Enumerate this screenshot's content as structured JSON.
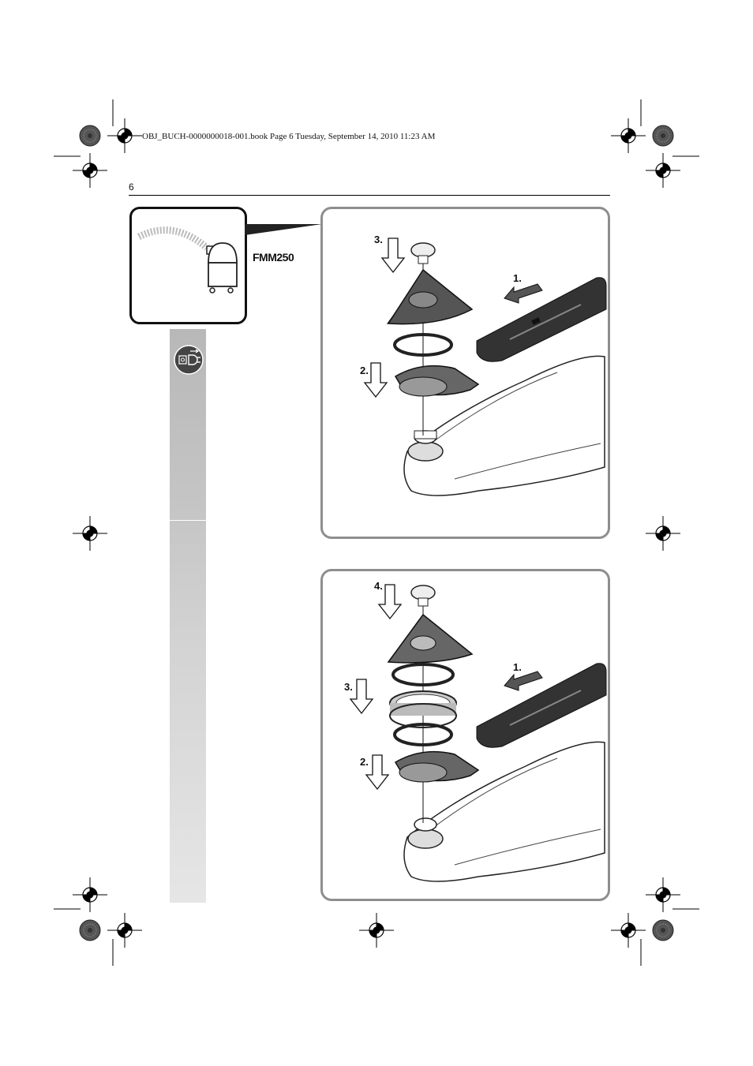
{
  "header": {
    "book_info": "OBJ_BUCH-0000000018-001.book  Page 6  Tuesday, September 14, 2010  11:23 AM",
    "page_number": "6"
  },
  "sidebar": {
    "icon": "unplug-power-icon"
  },
  "vacuum_callout": {
    "icon": "dust-extractor-icon",
    "model": "FMM250"
  },
  "figure_top": {
    "steps": [
      "3.",
      "2.",
      "1."
    ],
    "parts": [
      "screw",
      "sanding-plate",
      "sealing-ring",
      "extraction-adapter",
      "tool-holder",
      "hose-connector",
      "multi-tool"
    ]
  },
  "figure_bottom": {
    "steps": [
      "4.",
      "3.",
      "2.",
      "1."
    ],
    "parts": [
      "screw",
      "sanding-plate",
      "sealing-ring",
      "brush-ring",
      "sealing-ring",
      "extraction-adapter",
      "tool-holder",
      "hose-connector",
      "multi-tool"
    ]
  }
}
